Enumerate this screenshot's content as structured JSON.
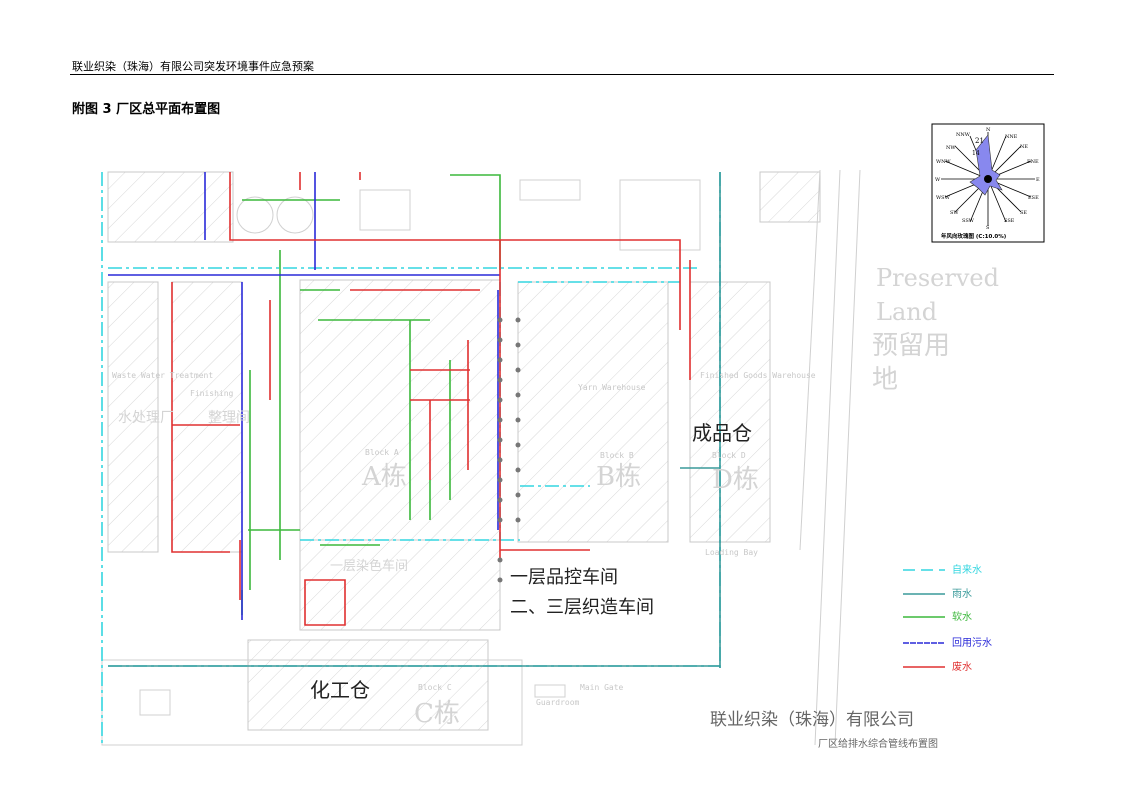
{
  "header": {
    "text": "联业织染（珠海）有限公司突发环境事件应急预案"
  },
  "figure_title": "附图 3 厂区总平面布置图",
  "drawing": {
    "labels": {
      "waste_water_cn": "水处理厂",
      "waste_water_en": "Waste Water Treatment",
      "finishing_cn": "整理间",
      "finishing_en": "Finishing",
      "block_a": "A栋",
      "block_a_en": "Block A",
      "block_b": "B栋",
      "block_b_en": "Block B",
      "block_d": "D栋",
      "block_d_en": "Block D",
      "block_c": "C栋",
      "block_c_en": "Block C",
      "yarn_wh_en": "Yarn Warehouse",
      "finished_wh_en": "Finished Goods Warehouse",
      "finished_wh_cn": "成品仓",
      "chemical_wh_cn": "化工仓",
      "qc_floor": "一层品控车间",
      "weaving_floor": "二、三层织造车间",
      "dyeing_cn": "一层染色车间",
      "loading_bay": "Loading Bay",
      "main_gate": "Main Gate",
      "guardroom": "Guardroom",
      "preserved_en_1": "Preserved",
      "preserved_en_2": "Land",
      "preserved_cn_1": "预留用",
      "preserved_cn_2": "地",
      "company": "联业织染（珠海）有限公司",
      "drawing_name": "厂区给排水综合管线布置图"
    },
    "legend": [
      {
        "label": "自来水",
        "color": "#33d6e0",
        "style": "dashed"
      },
      {
        "label": "雨水",
        "color": "#3a9a9a",
        "style": "solid"
      },
      {
        "label": "软水",
        "color": "#3cb83c",
        "style": "solid"
      },
      {
        "label": "回用污水",
        "color": "#2a2ad8",
        "style": "solid"
      },
      {
        "label": "废水",
        "color": "#e03030",
        "style": "solid"
      }
    ],
    "wind_rose": {
      "caption": "年风向玫瑰图 (C:10.0%)",
      "directions": [
        "N",
        "NNE",
        "NE",
        "ENE",
        "E",
        "ESE",
        "SE",
        "SSE",
        "S",
        "SSW",
        "SW",
        "WSW",
        "W",
        "WNW",
        "NW",
        "NNW"
      ],
      "scale_labels": [
        "21",
        "14"
      ]
    }
  }
}
